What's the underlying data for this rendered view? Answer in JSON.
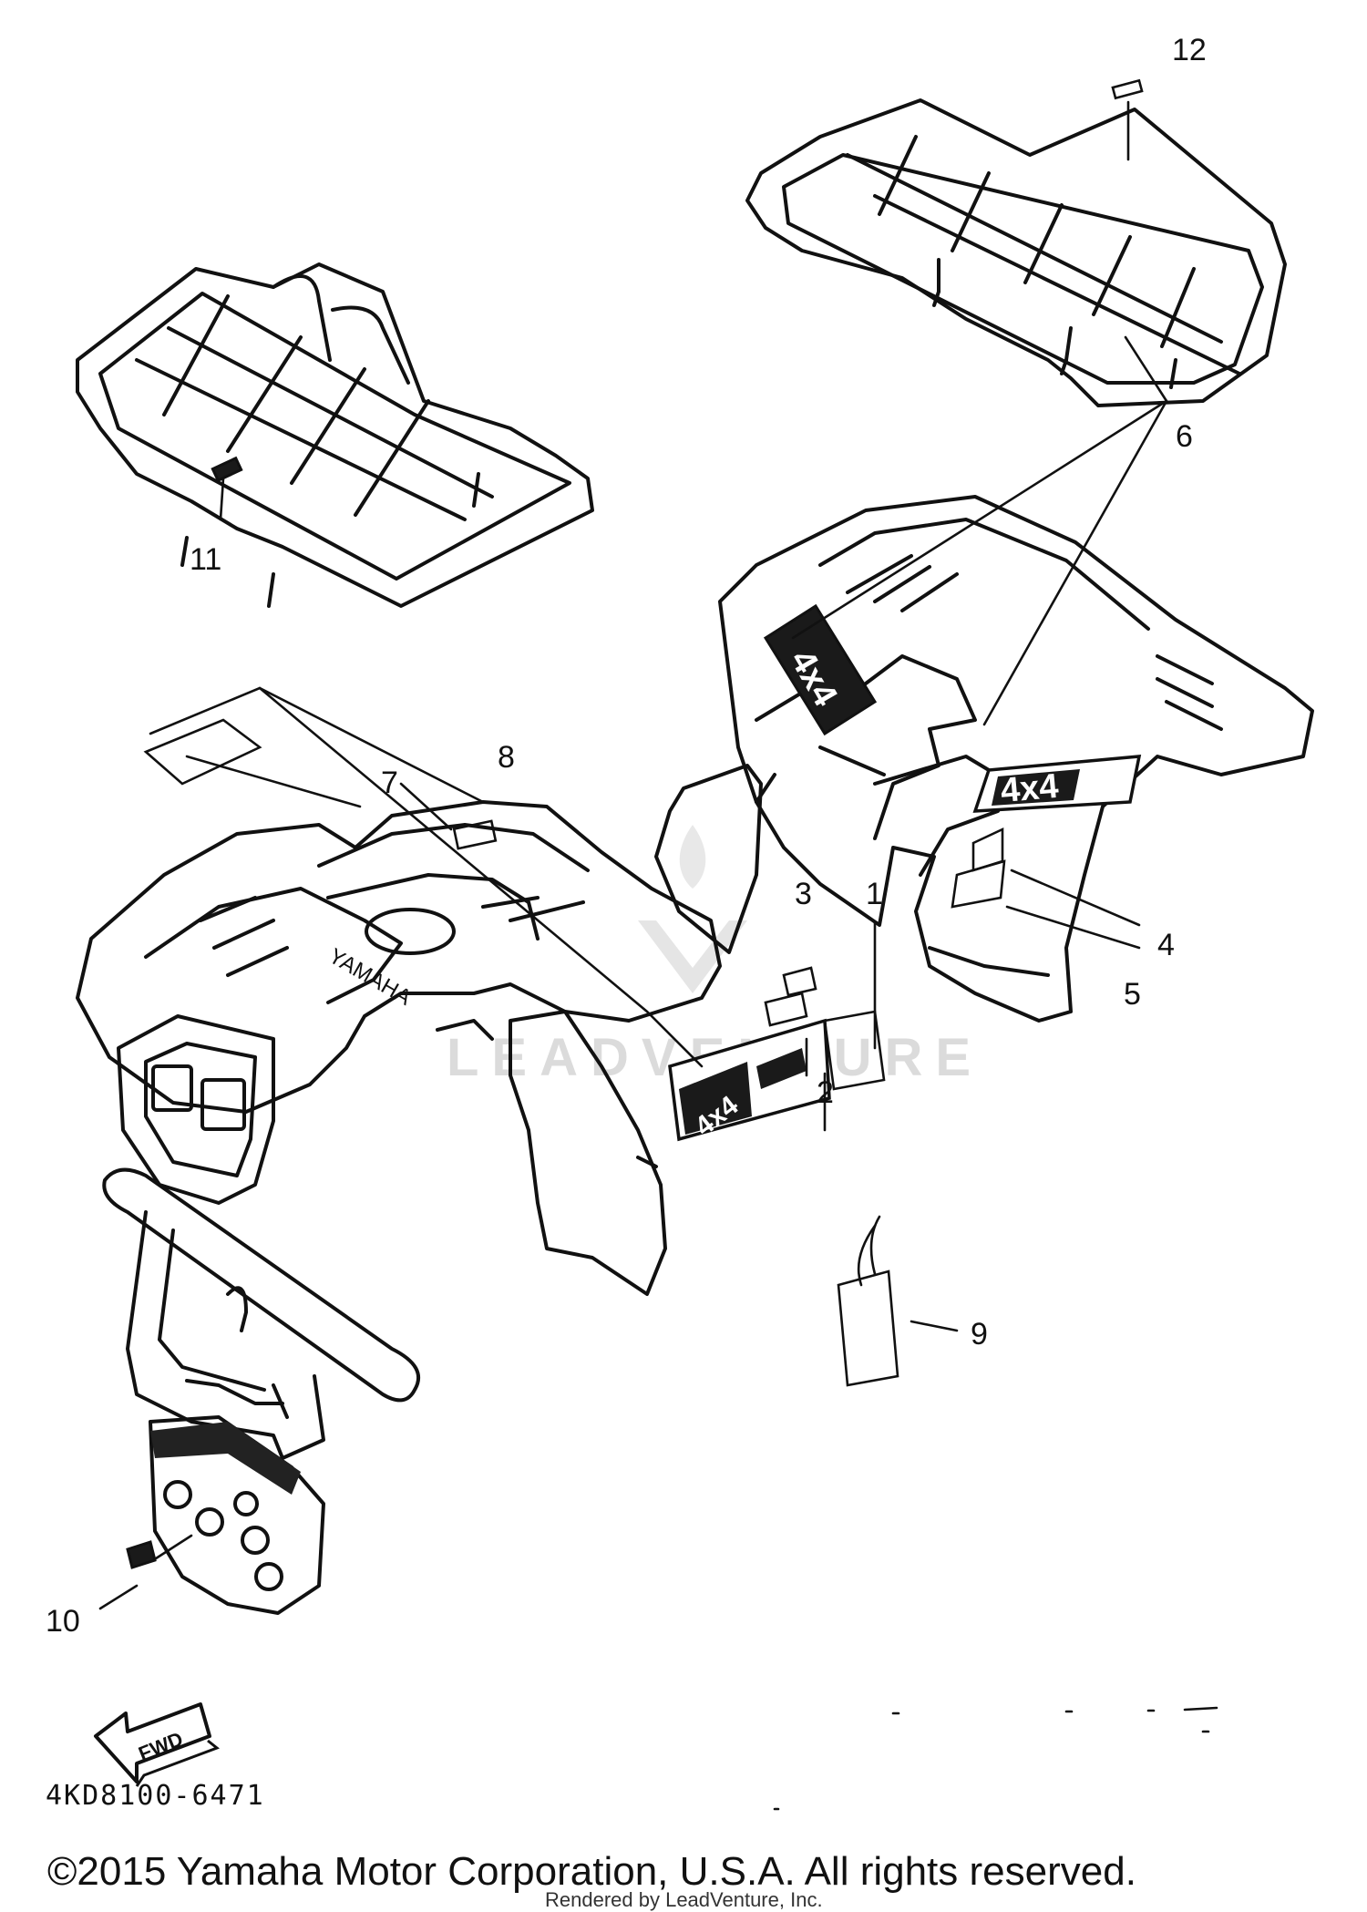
{
  "callouts": [
    {
      "id": "1",
      "text": "1"
    },
    {
      "id": "2",
      "text": "2"
    },
    {
      "id": "3",
      "text": "3"
    },
    {
      "id": "4",
      "text": "4"
    },
    {
      "id": "5",
      "text": "5"
    },
    {
      "id": "6",
      "text": "6"
    },
    {
      "id": "7",
      "text": "7"
    },
    {
      "id": "8",
      "text": "8"
    },
    {
      "id": "9",
      "text": "9"
    },
    {
      "id": "10",
      "text": "10"
    },
    {
      "id": "11",
      "text": "11"
    },
    {
      "id": "12",
      "text": "12"
    }
  ],
  "decals": {
    "rear_4x4": "4x4",
    "side_4x4": "4x4",
    "front_4x4": "4x4",
    "tank_brand": "YAMAHA",
    "fwd_arrow": "FWD"
  },
  "watermark": "LEADVENTURE",
  "diagram_code": "4KD8100-6471",
  "copyright": "©2015 Yamaha Motor Corporation, U.S.A. All rights reserved.",
  "rendered_by": "Rendered by LeadVenture, Inc."
}
